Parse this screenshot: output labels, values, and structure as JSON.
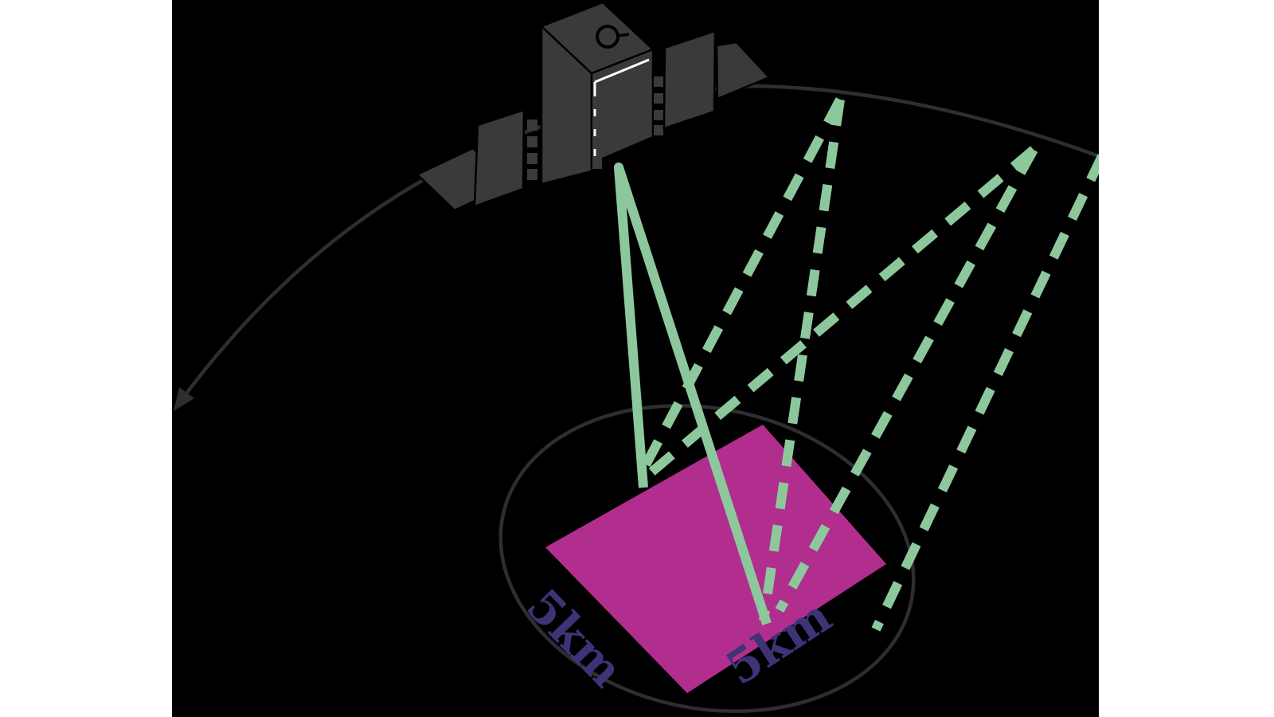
{
  "figure": {
    "type": "satellite-swath-revisit-diagram",
    "labels": {
      "swath_side_left": "5km",
      "swath_side_right": "5km"
    },
    "colors": {
      "page_margin": "#ffffff",
      "figure_background": "#000000",
      "satellite_body": "#3a3a3c",
      "orbit_line": "#2e2e30",
      "footprint_ellipse": "#2e2e30",
      "beam_green": "#8dc89d",
      "swath_magenta": "#b22e8e",
      "label_purple": "#3e3377"
    },
    "icons": [
      "satellite-icon",
      "antenna-ring-icon",
      "orbit-arrow-icon"
    ]
  }
}
